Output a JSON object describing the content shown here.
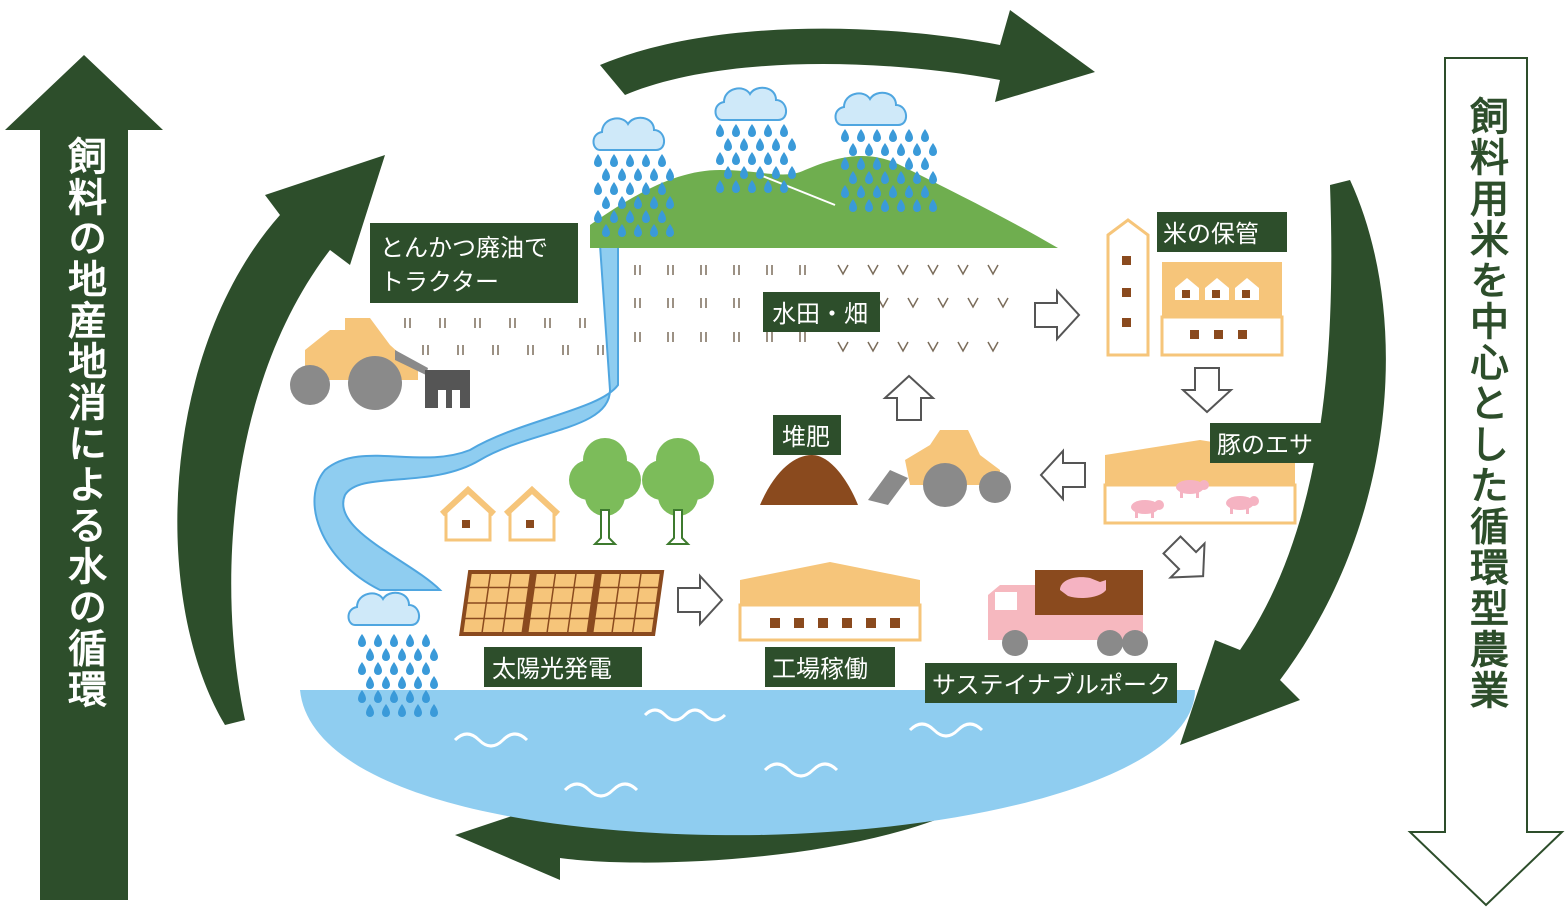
{
  "left_arrow": {
    "label": "飼料の地産地消による水の循環"
  },
  "right_arrow": {
    "label": "飼料用米を中心とした循環型農業"
  },
  "labels": {
    "tractor_oil": [
      "とんかつ廃油で",
      "トラクター"
    ],
    "paddy": "水田・畑",
    "rice_storage": "米の保管",
    "pig_feed": "豚のエサ",
    "compost": "堆肥",
    "solar": "太陽光発電",
    "factory": "工場稼働",
    "pork": "サステイナブルポーク"
  },
  "colors": {
    "dark_green": "#2d4e2b",
    "water": "#8fcdf0",
    "mountain": "#6fae4f",
    "building": "#f6c57a",
    "brown": "#8a4a1e",
    "tree": "#7cbc5a",
    "truck": "#f6b8bf",
    "pig": "#f5b3c2",
    "gray": "#8a8a8a"
  }
}
